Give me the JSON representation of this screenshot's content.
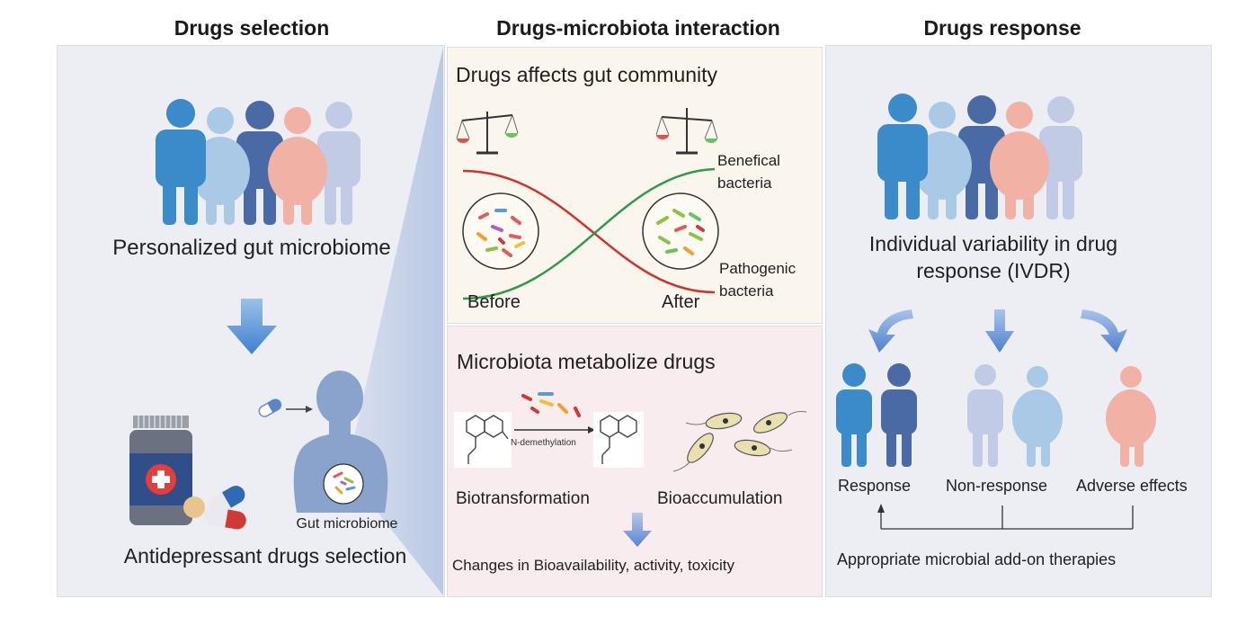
{
  "headers": {
    "selection": "Drugs selection",
    "interaction": "Drugs-microbiota interaction",
    "response": "Drugs response"
  },
  "left": {
    "personalized": "Personalized gut microbiome",
    "gut_microbiome": "Gut microbiome",
    "selection_label": "Antidepressant drugs selection"
  },
  "middle_top": {
    "title": "Drugs affects gut community",
    "beneficial": "Benefical\nbacteria",
    "pathogenic": "Pathogenic\nbacteria",
    "before": "Before",
    "after": "After"
  },
  "middle_bottom": {
    "title": "Microbiota metabolize drugs",
    "reaction": "N-demethylation",
    "biotransformation": "Biotransformation",
    "bioaccumulation": "Bioaccumulation",
    "changes": "Changes in Bioavailability, activity, toxicity"
  },
  "right": {
    "ivdr": "Individual variability in drug\nresponse (IVDR)",
    "response": "Response",
    "non_response": "Non-response",
    "adverse": "Adverse effects",
    "therapies": "Appropriate microbial add-on therapies"
  },
  "colors": {
    "blue": "#3b8ac9",
    "light_blue": "#a9c9e6",
    "navy": "#4a6aa6",
    "pink": "#f2b1a5",
    "lavender": "#c2cbe6",
    "beneficial_line": "#2e9a4a",
    "pathogenic_line": "#d0312d"
  }
}
